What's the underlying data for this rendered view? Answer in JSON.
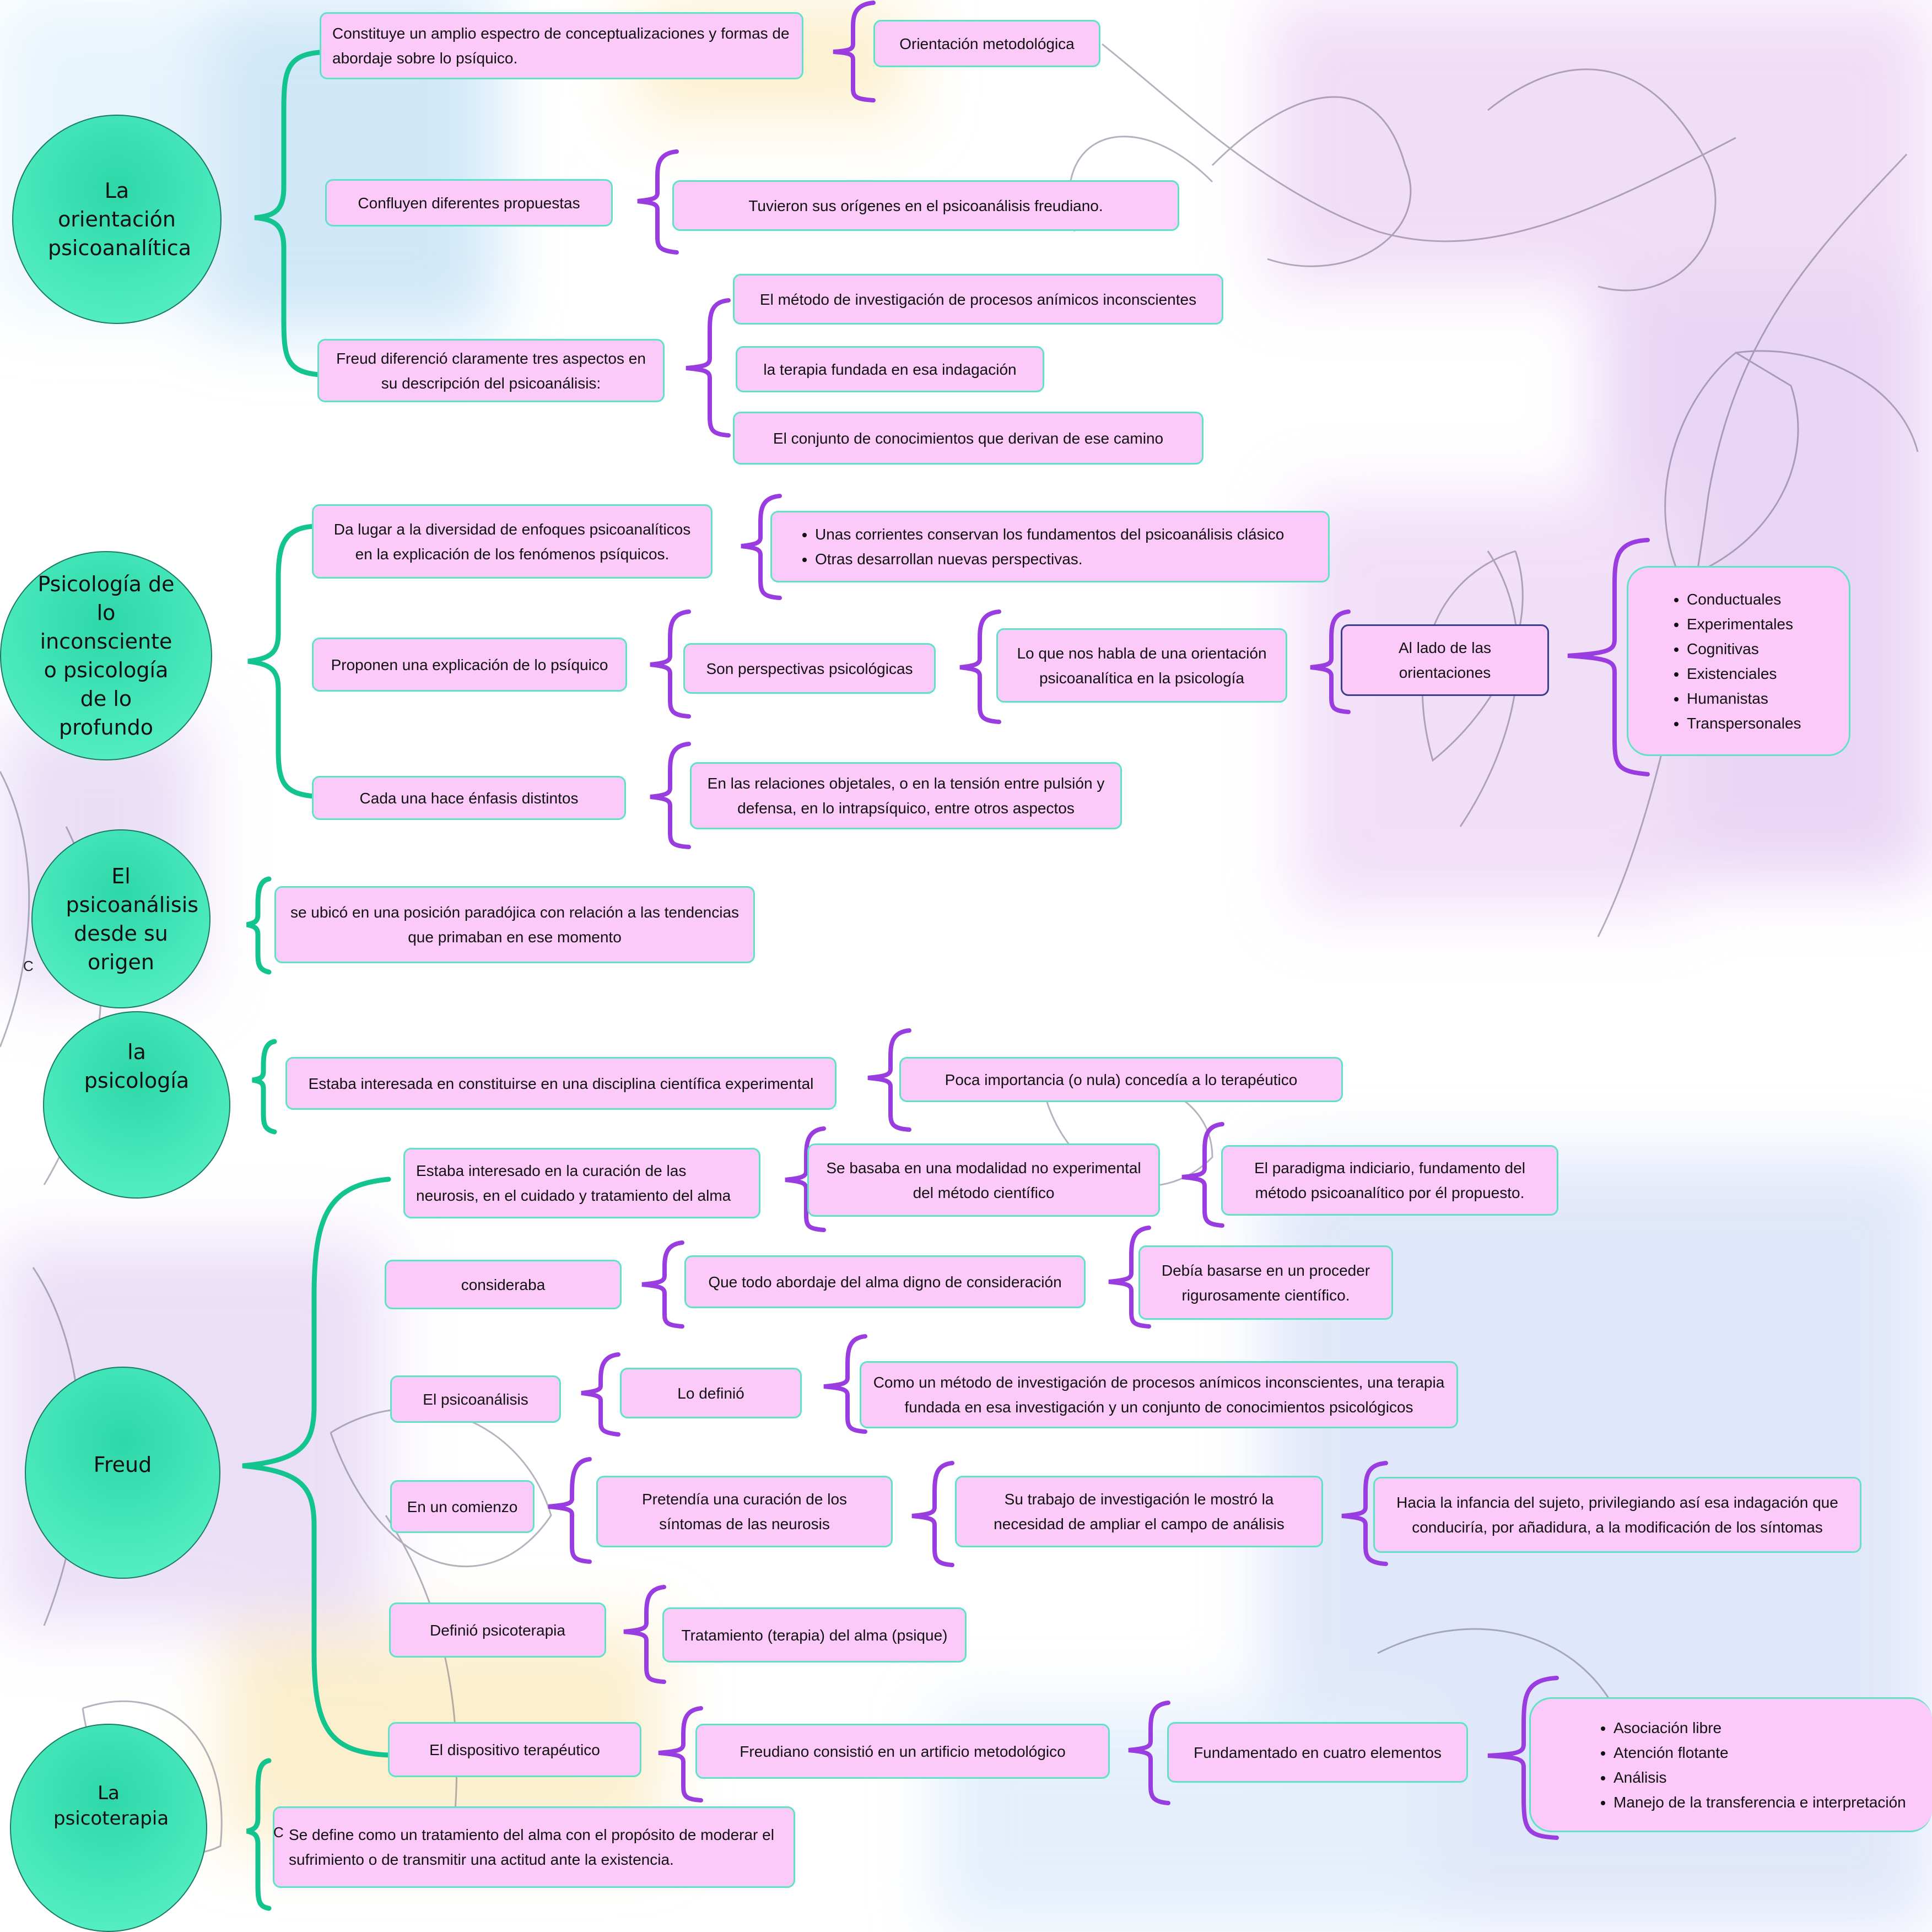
{
  "colors": {
    "bubble": "#3fe3b5",
    "box_fill": "#fbcaf9",
    "box_border": "#5fe3c7",
    "brace_green": "#13c48e",
    "brace_purple": "#9a3de0"
  },
  "icons": [
    "flower-line-art"
  ],
  "nodes": {
    "orientacion": {
      "title": "La orientación psicoanalítica",
      "b1": "Constituye un amplio espectro de conceptualizaciones y formas de abordaje sobre lo psíquico.",
      "b1a": "Orientación metodológica",
      "b2": "Confluyen diferentes propuestas",
      "b2a": "Tuvieron sus orígenes en el psicoanálisis freudiano.",
      "b3": "Freud diferenció claramente tres aspectos en su descripción del psicoanálisis:",
      "b3a": "El método de investigación de procesos anímicos inconscientes",
      "b3b": "la terapia fundada en esa indagación",
      "b3c": "El conjunto de conocimientos que derivan de ese camino"
    },
    "inconsciente": {
      "title": "Psicología de lo inconsciente o psicología de lo profundo",
      "b1": "Da lugar a la diversidad de enfoques psicoanalíticos en la explicación de los fenómenos psíquicos.",
      "b1_list": [
        "Unas corrientes conservan los fundamentos del psicoanálisis clásico",
        "Otras desarrollan nuevas perspectivas."
      ],
      "b2": "Proponen una explicación de lo psíquico",
      "b2a": "Son perspectivas psicológicas",
      "b2b": "Lo que nos habla de una orientación psicoanalítica en la psicología",
      "b2c": "Al lado de las orientaciones",
      "b2_list": [
        "Conductuales",
        "Experimentales",
        "Cognitivas",
        "Existenciales",
        "Humanistas",
        "Transpersonales"
      ],
      "b3": "Cada una hace énfasis distintos",
      "b3a": "En las relaciones objetales, o en la tensión entre pulsión y defensa, en lo intrapsíquico, entre otros aspectos"
    },
    "origen": {
      "title": "El psicoanálisis desde su origen",
      "b1": "se ubicó en una posición paradójica con relación a las tendencias que primaban en ese momento",
      "stray": "C"
    },
    "psicologia": {
      "title": "la psicología",
      "b1": "Estaba interesada en constituirse en una disciplina científica experimental",
      "b1a": "Poca importancia (o nula) concedía a lo terapéutico"
    },
    "freud": {
      "title": "Freud",
      "b1": "Estaba interesado en la curación de las neurosis, en el cuidado y tratamiento del alma",
      "b1a": "Se basaba en una modalidad no experimental del método científico",
      "b1b": "El paradigma indiciario, fundamento del método psicoanalítico por él propuesto.",
      "b2": "consideraba",
      "b2a": "Que todo abordaje del alma digno de consideración",
      "b2b": "Debía basarse en un proceder rigurosamente científico.",
      "b3": "El psicoanálisis",
      "b3a": "Lo definió",
      "b3b": "Como un método de investigación de procesos anímicos inconscientes, una terapia fundada en esa investigación y un conjunto de conocimientos psicológicos",
      "b4": "En un comienzo",
      "b4a": "Pretendía una curación de los síntomas de las neurosis",
      "b4b": "Su trabajo de investigación le mostró la necesidad de ampliar el campo de análisis",
      "b4c": "Hacia la infancia del sujeto, privilegiando así esa indagación que conduciría, por añadidura, a la modificación de los síntomas",
      "b5": "Definió psicoterapia",
      "b5a": "Tratamiento (terapia) del alma (psique)",
      "b6": "El dispositivo terapéutico",
      "b6a": "Freudiano consistió en un artificio metodológico",
      "b6b": "Fundamentado en cuatro elementos",
      "b6_list": [
        "Asociación libre",
        "Atención flotante",
        "Análisis",
        "Manejo de la transferencia e interpretación"
      ]
    },
    "psicoterapia": {
      "title": "La psicoterapia",
      "stray": "C",
      "b1": "Se define como un tratamiento del alma con el propósito de moderar el sufrimiento o de transmitir una actitud ante la existencia."
    }
  }
}
